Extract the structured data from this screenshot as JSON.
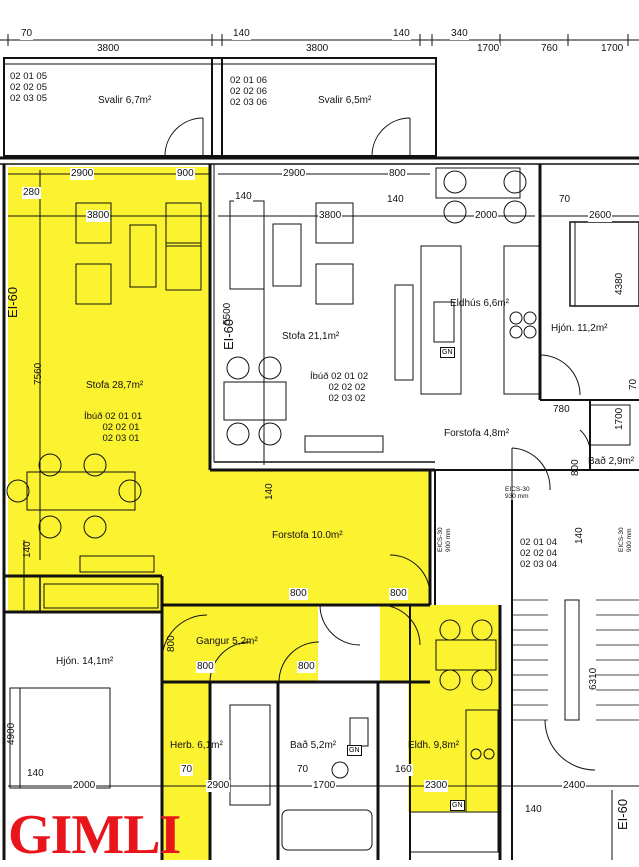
{
  "logo": "GIMLI",
  "colors": {
    "highlight": "#fbf230",
    "ink": "#111111",
    "logo": "#e8151b"
  },
  "dims_top": {
    "a": "70",
    "b": "3800",
    "c": "140",
    "d": "3800",
    "e": "140",
    "f": "340",
    "g": "1700",
    "h": "760",
    "i": "1700"
  },
  "rooms": {
    "svalir1": "Svalir 6,7m²",
    "svalir2": "Svalir 6,5m²",
    "stofa1": "Stofa 28,7m²",
    "stofa2": "Stofa 21,1m²",
    "eldhus2": "Eldhús 6,6m²",
    "hjon2": "Hjón. 11,2m²",
    "forstofa2": "Forstofa 4,8m²",
    "bad2": "Bað 2,9m²",
    "forstofa1": "Forstofa 10.0m²",
    "gangur": "Gangur 5,2m²",
    "hjon1": "Hjón. 14,1m²",
    "herb": "Herb. 6,1m²",
    "bad1": "Bað 5,2m²",
    "eldh1": "Eldh. 9,8m²"
  },
  "units": {
    "u1": "02 01 05\n02 02 05\n02 03 05",
    "u2": "02 01 06\n02 02 06\n02 03 06",
    "u3": "Íbúð 02 01 01\n       02 02 01\n       02 03 01",
    "u4": "Íbúð 02 01 02\n       02 02 02\n       02 03 02",
    "u5": "02 01 04\n02 02 04\n02 03 04"
  },
  "dims": {
    "d2900a": "2900",
    "d900a": "900",
    "d2900b": "2900",
    "d800a": "800",
    "d70a": "70",
    "d2600": "2600",
    "d280": "280",
    "d3800a": "3800",
    "d140a": "140",
    "d3800b": "3800",
    "d140b": "140",
    "d2000a": "2000",
    "d4380": "4380",
    "d5500": "5500",
    "d7560": "7560",
    "d780": "780",
    "d1700v": "1700",
    "d70v": "70",
    "d800v": "800",
    "d140c": "140",
    "d140d": "140",
    "d140e": "140",
    "d800b": "800",
    "d800c": "800",
    "d800d": "800",
    "d800e": "800",
    "d800f": "800",
    "d6310": "6310",
    "d4900": "4900",
    "d140f": "140",
    "d2000b": "2000",
    "d70b": "70",
    "d2900c": "2900",
    "d70c": "70",
    "d1700b": "1700",
    "d160": "160",
    "d2300": "2300",
    "d2400": "2400",
    "d140g": "140"
  },
  "wall_labels": {
    "ei60a": "EI-60",
    "ei60b": "EI-60",
    "ei60c": "EI-60"
  },
  "fire_labels": {
    "eics1": "EICS-30",
    "eics1b": "900 mm",
    "eics2": "EICS-30",
    "eics2b": "930 mm",
    "eics3": "EICS-30",
    "eics3b": "900 mm"
  },
  "gn_labels": {
    "gn1": "GN",
    "gn2": "GN",
    "gn3": "GN"
  }
}
